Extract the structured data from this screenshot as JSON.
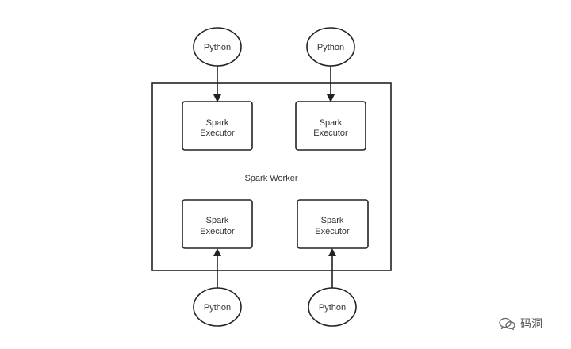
{
  "diagram": {
    "worker_label": "Spark Worker",
    "executors": [
      {
        "line1": "Spark",
        "line2": "Executor"
      },
      {
        "line1": "Spark",
        "line2": "Executor"
      },
      {
        "line1": "Spark",
        "line2": "Executor"
      },
      {
        "line1": "Spark",
        "line2": "Executor"
      }
    ],
    "python_nodes": [
      {
        "label": "Python"
      },
      {
        "label": "Python"
      },
      {
        "label": "Python"
      },
      {
        "label": "Python"
      }
    ]
  },
  "watermark": {
    "icon": "wechat-icon",
    "text": "码洞"
  }
}
